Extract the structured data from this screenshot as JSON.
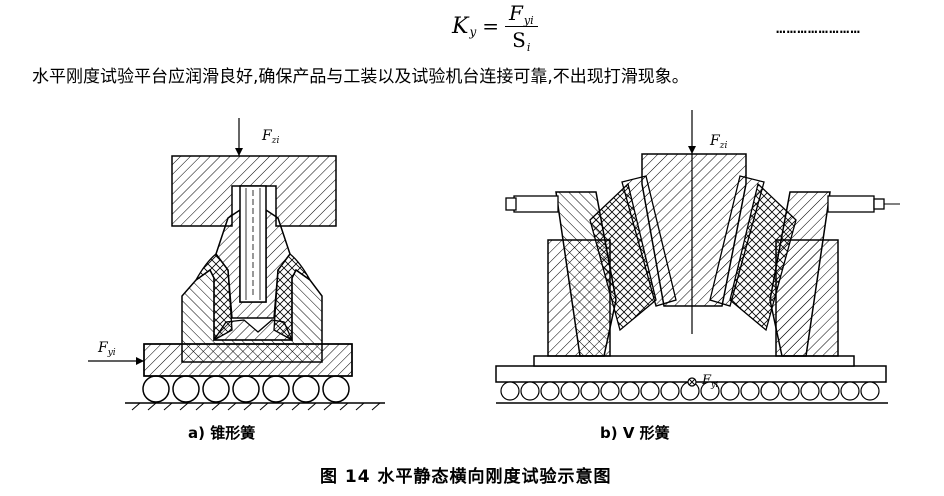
{
  "formula": {
    "lhs": "K",
    "lhs_sub": "y",
    "equals": "=",
    "numerator": "F",
    "numerator_sub": "yi",
    "denominator": "S",
    "denominator_sub": "i",
    "dots": "……………………"
  },
  "paragraph": "水平刚度试验平台应润滑良好,确保产品与工装以及试验机台连接可靠,不出现打滑现象。",
  "figure_a": {
    "label": "a)   锥形簧",
    "force_vertical": "F",
    "force_vertical_sub": "zi",
    "force_horizontal": "F",
    "force_horizontal_sub": "yi"
  },
  "figure_b": {
    "label": "b)   V 形簧",
    "force_vertical": "F",
    "force_vertical_sub": "zi",
    "force_horizontal": "F",
    "force_horizontal_sub": "yi"
  },
  "caption": "图 14   水平静态横向刚度试验示意图"
}
